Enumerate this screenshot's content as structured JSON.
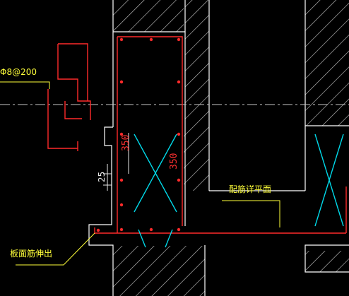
{
  "drawing": {
    "labels": {
      "top_rebar_spec": "Φ8@200",
      "dim_left": "350",
      "dim_right": "350",
      "dim_step": "25",
      "rebar_see_plan": "配筋详平面",
      "slab_top_bar_extend": "板面筋伸出"
    },
    "colors": {
      "background": "#000000",
      "wall_outline": "#ffffff",
      "rebar": "#ff2a2a",
      "dimension_cross": "#00d8e8",
      "leader": "#ffff3a",
      "centerline": "#c8c8c8"
    }
  }
}
